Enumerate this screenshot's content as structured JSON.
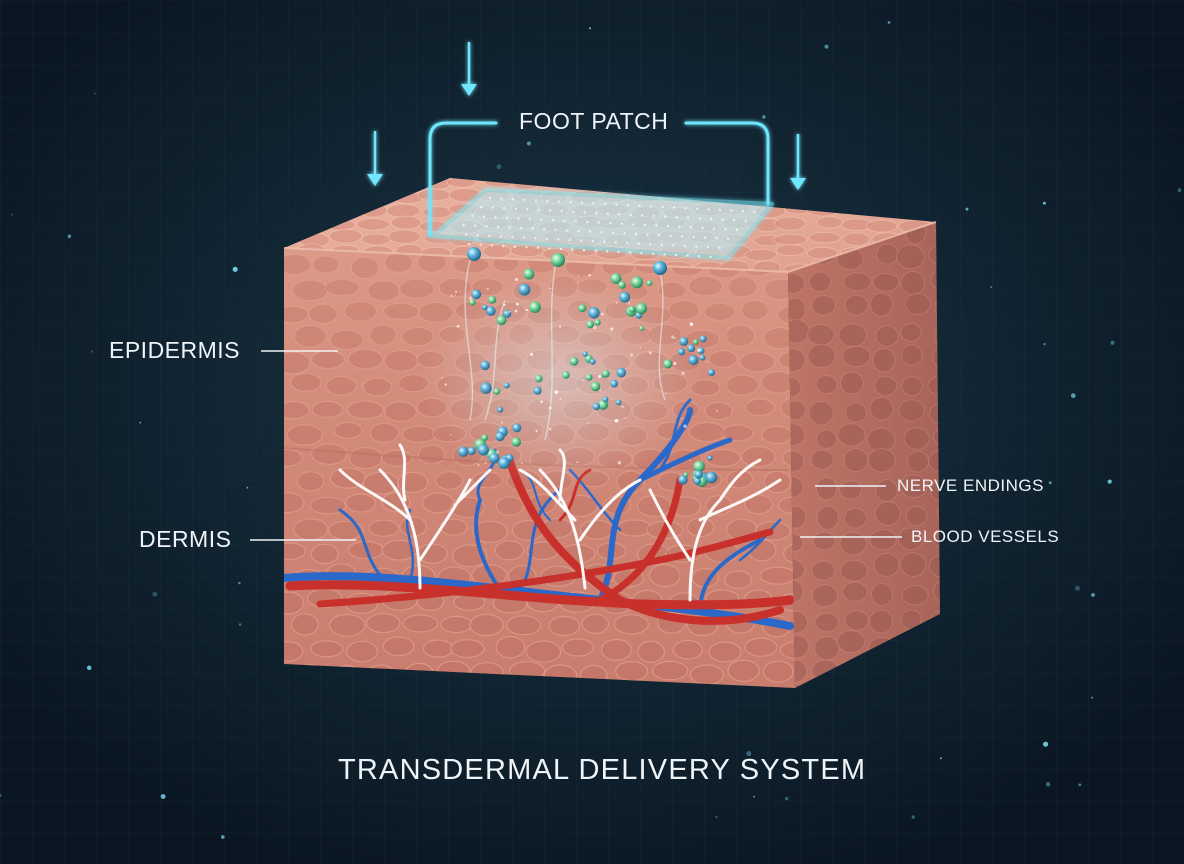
{
  "diagram": {
    "title": "TRANSDERMAL DELIVERY SYSTEM",
    "labels": {
      "foot_patch": "FOOT PATCH",
      "epidermis": "EPIDERMIS",
      "dermis": "DERMIS",
      "nerve_endings": "NERVE ENDINGS",
      "blood_vessels": "BLOOD VESSELS"
    },
    "colors": {
      "background": "#0b1a26",
      "skin_top": "#e4a996",
      "skin_front": "#d48c7c",
      "skin_side": "#b86f63",
      "cell": "#c27466",
      "patch_glow": "#5fe3ff",
      "artery": "#c8302b",
      "vein": "#2a68c9",
      "nerve": "#ffffff",
      "label_text": "#eef4f8"
    }
  }
}
